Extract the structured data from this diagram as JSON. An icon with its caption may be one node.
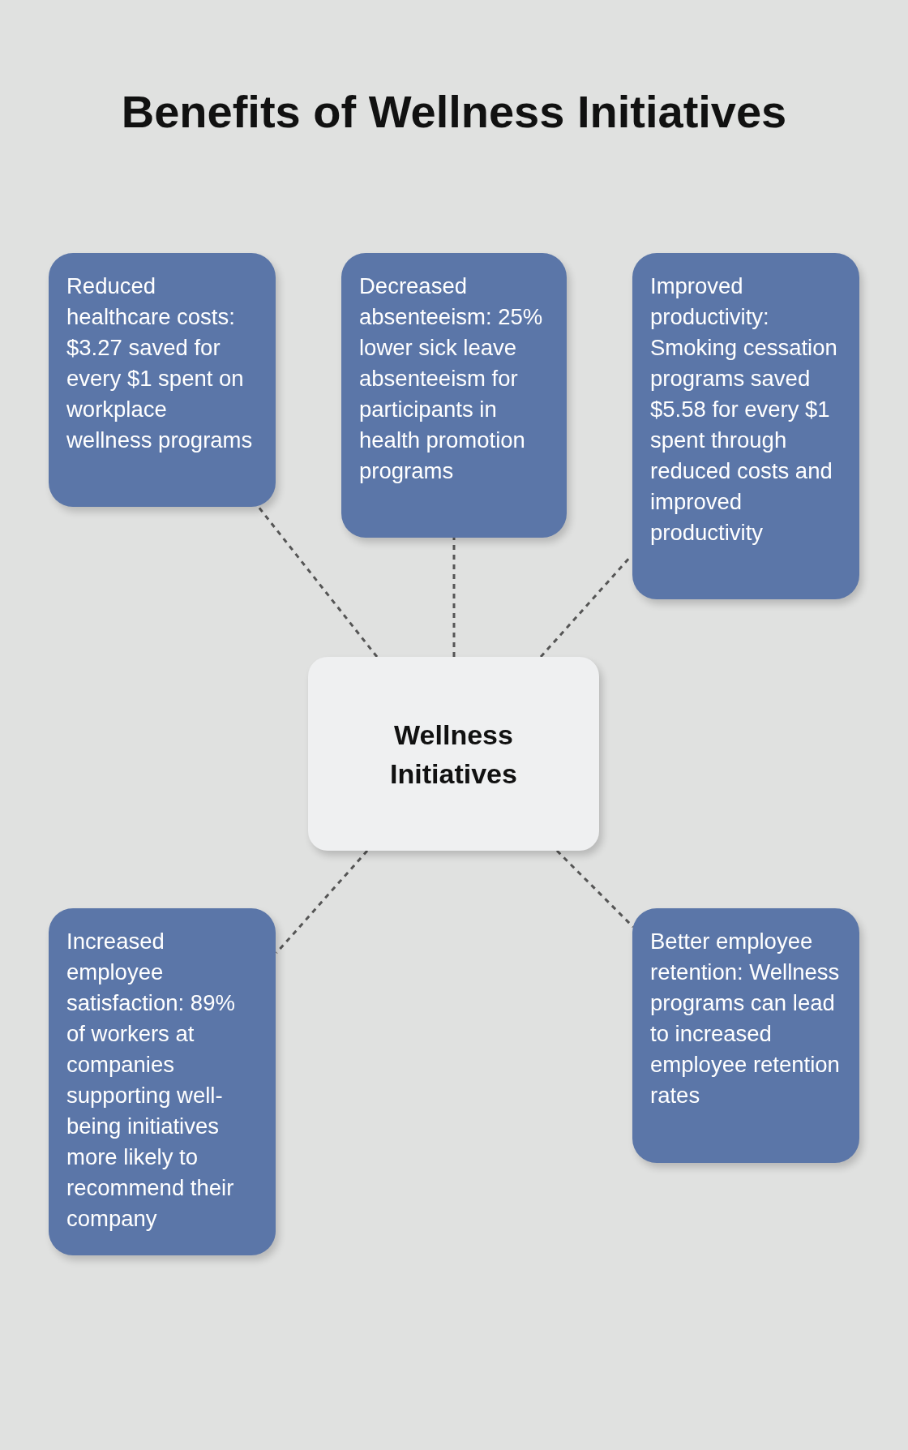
{
  "diagram": {
    "title": "Benefits of Wellness Initiatives",
    "nodes": [
      {
        "text": [
          "Reduced healthcare costs: $3.27 saved for every $1 spent on workplace wellness programs"
        ]
      },
      {
        "text": [
          "Decreased absenteeism: 25% lower sick leave absenteeism for participants in health promotion programs"
        ]
      },
      {
        "text": [
          "Improved productivity: Smoking cessation programs saved $5.58 for every $1 spent through reduced costs and improved productivity"
        ]
      },
      {
        "text": [
          "Wellness Initiatives"
        ]
      },
      {
        "text": [
          "Increased employee satisfaction: 89% of workers at companies supporting well-being initiatives more likely to recommend their company"
        ]
      },
      {
        "text": [
          "Better employee retention: Wellness programs can lead to increased employee retention rates"
        ]
      }
    ],
    "edges": [
      {
        "from": 3,
        "to": 0,
        "arrow": "none",
        "style": "dashed"
      },
      {
        "from": 3,
        "to": 1,
        "arrow": "none",
        "style": "dashed"
      },
      {
        "from": 3,
        "to": 2,
        "arrow": "none",
        "style": "dashed"
      },
      {
        "from": 3,
        "to": 4,
        "arrow": "none",
        "style": "dashed"
      },
      {
        "from": 3,
        "to": 5,
        "arrow": "none",
        "style": "dashed"
      }
    ]
  }
}
